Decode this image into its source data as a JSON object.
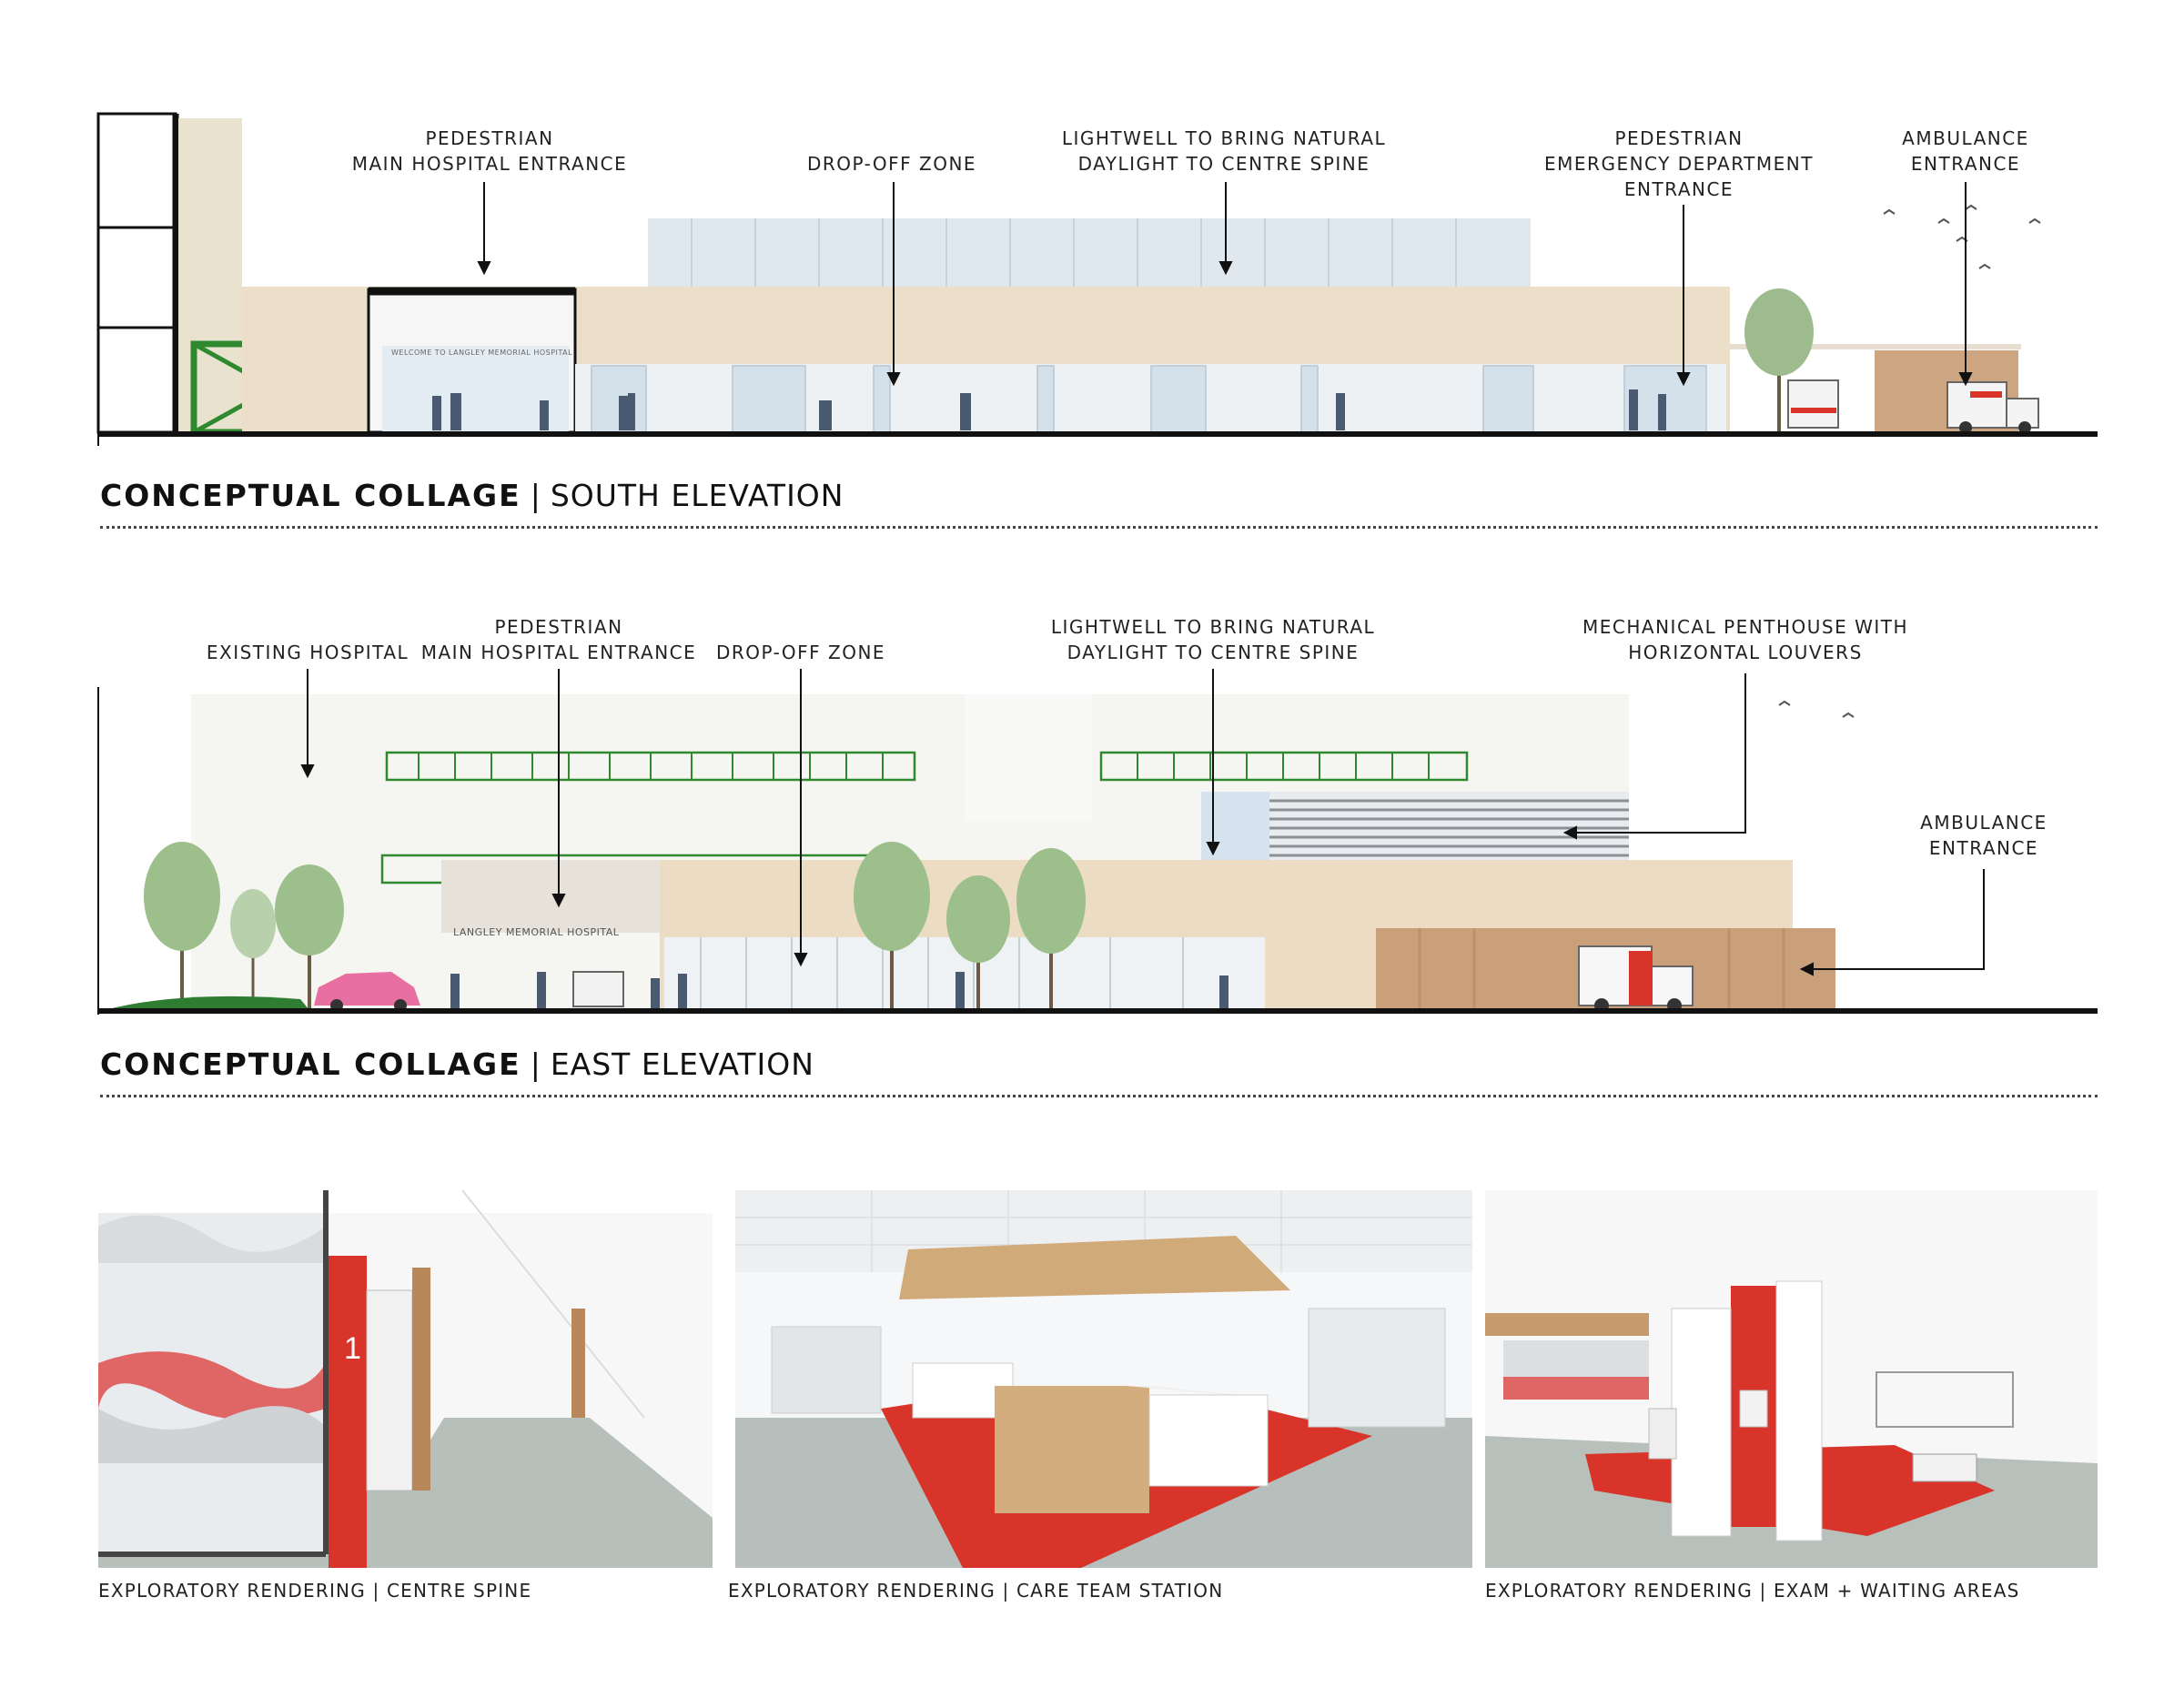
{
  "south_elevation": {
    "title_bold": "CONCEPTUAL COLLAGE",
    "title_sep": "|",
    "title_rest": "SOUTH ELEVATION",
    "labels": {
      "ped_main": "PEDESTRIAN\nMAIN HOSPITAL ENTRANCE",
      "dropoff": "DROP-OFF ZONE",
      "lightwell": "LIGHTWELL TO BRING NATURAL\nDAYLIGHT TO CENTRE SPINE",
      "ped_emerg": "PEDESTRIAN\nEMERGENCY DEPARTMENT\nENTRANCE",
      "ambulance": "AMBULANCE\nENTRANCE"
    },
    "signage": "WELCOME TO LANGLEY MEMORIAL HOSPITAL"
  },
  "east_elevation": {
    "title_bold": "CONCEPTUAL COLLAGE",
    "title_sep": "|",
    "title_rest": "EAST ELEVATION",
    "labels": {
      "existing": "EXISTING HOSPITAL",
      "ped_main": "PEDESTRIAN\nMAIN HOSPITAL ENTRANCE",
      "dropoff": "DROP-OFF ZONE",
      "lightwell": "LIGHTWELL TO BRING NATURAL\nDAYLIGHT TO CENTRE SPINE",
      "penthouse": "MECHANICAL PENTHOUSE WITH\nHORIZONTAL LOUVERS",
      "ambulance": "AMBULANCE\nENTRANCE"
    },
    "signage": "LANGLEY MEMORIAL HOSPITAL"
  },
  "renderings": {
    "centre_spine": {
      "caption": "EXPLORATORY RENDERING | CENTRE SPINE",
      "room_number": "1"
    },
    "care_team": {
      "caption": "EXPLORATORY RENDERING | CARE TEAM STATION"
    },
    "exam_waiting": {
      "caption": "EXPLORATORY RENDERING | EXAM + WAITING AREAS"
    }
  },
  "colors": {
    "brick": "#e8dcc6",
    "glass": "#dfe8ee",
    "accent_red": "#d8342a",
    "floor_gray": "#b7bfba",
    "wood": "#c9a47a",
    "green_frame": "#2f8a2f"
  }
}
